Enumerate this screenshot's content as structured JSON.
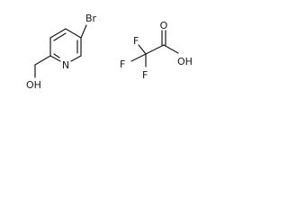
{
  "molecules": [
    {
      "name": "(5-bromopyridin-2-yl)methanol",
      "atoms": {
        "br": "Br",
        "n": "N",
        "oh": "OH"
      }
    },
    {
      "name": "trifluoroacetic acid",
      "atoms": {
        "f1": "F",
        "f2": "F",
        "f3": "F",
        "o_carbonyl": "O",
        "oh": "OH"
      }
    }
  ]
}
